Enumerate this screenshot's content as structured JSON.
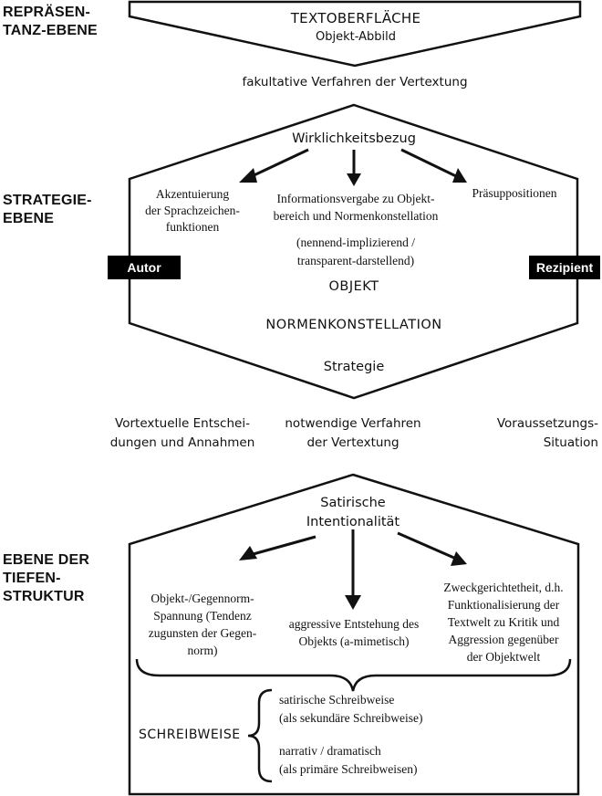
{
  "levels": {
    "representation": "REPRÄSEN-\nTANZ-EBENE",
    "strategy": "STRATEGIE-\nEBENE",
    "deep": "EBENE DER\nTIEFEN-\nSTRUKTUR"
  },
  "top": {
    "title": "TEXTOBERFLÄCHE",
    "subtitle": "Objekt-Abbild",
    "below": "fakultative Verfahren der Vertextung"
  },
  "strategy": {
    "reference": "Wirklichkeitsbezug",
    "left": "Akzentuierung\nder Sprachzeichen-\nfunktionen",
    "center": "Informationsvergabe zu Objekt-\nbereich und Normenkonstellation",
    "center_note": "(nennend-implizierend /\ntransparent-darstellend)",
    "right": "Präsuppositionen",
    "author": "Autor",
    "recipient": "Rezipient",
    "object": "OBJEKT",
    "norms": "NORMENKONSTELLATION",
    "strategy_label": "Strategie"
  },
  "middle": {
    "left": "Vortextuelle Entschei-\ndungen und Annahmen",
    "center": "notwendige Verfahren\nder Vertextung",
    "right": "Voraussetzungs-\nSituation"
  },
  "deep": {
    "intent": "Satirische\nIntentionalität",
    "left": "Objekt-/Gegennorm-\nSpannung (Tendenz\nzugunsten der Gegen-\nnorm)",
    "center": "aggressive Entstehung des\nObjekts (a-mimetisch)",
    "right": "Zweckgerichtetheit, d.h.\nFunktionalisierung der\nTextwelt zu Kritik und\nAggression gegenüber\nder Objektwelt",
    "writing_mode": "SCHREIBWEISE",
    "satirical": "satirische Schreibweise\n(als sekundäre Schreibweise)",
    "narrative": "narrativ / dramatisch\n(als primäre Schreibweisen)"
  }
}
